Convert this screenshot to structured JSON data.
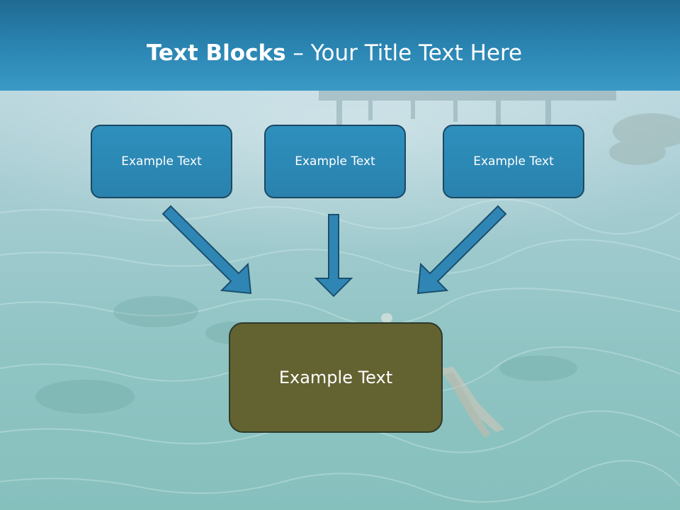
{
  "title": {
    "bold": "Text Blocks",
    "separator": " – ",
    "rest": "Your Title Text Here"
  },
  "blocks": {
    "top": [
      "Example Text",
      "Example Text",
      "Example Text"
    ],
    "bottom": "Example Text"
  },
  "colors": {
    "title_bar": "#2b86b3",
    "top_box_fill": "#2e8fbd",
    "top_box_border": "#1b4862",
    "bottom_box_fill": "#636231",
    "arrow_fill": "#2f86b4",
    "arrow_stroke": "#1b4f6e"
  }
}
